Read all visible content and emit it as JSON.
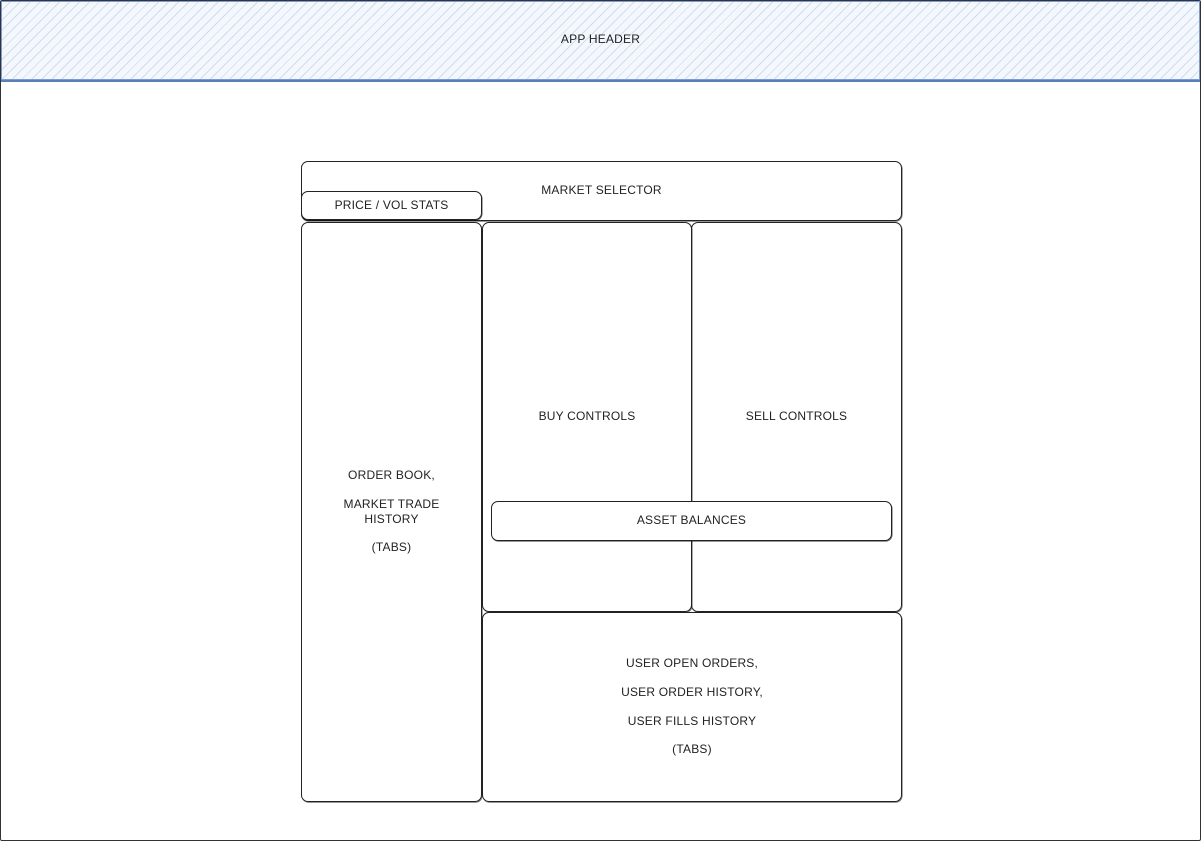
{
  "header": {
    "title": "APP HEADER"
  },
  "panels": {
    "market_selector": "MARKET SELECTOR",
    "price_vol_stats": "PRICE / VOL STATS",
    "order_book": {
      "line1": "ORDER BOOK,",
      "line2": "MARKET TRADE",
      "line3": "HISTORY",
      "line4": "(TABS)"
    },
    "buy_controls": "BUY CONTROLS",
    "sell_controls": "SELL CONTROLS",
    "asset_balances": "ASSET BALANCES",
    "user_orders": {
      "line1": "USER OPEN ORDERS,",
      "line2": "USER ORDER HISTORY,",
      "line3": "USER FILLS HISTORY",
      "line4": "(TABS)"
    }
  },
  "colors": {
    "header_border": "#5b7fb8",
    "header_hatch": "#8caad7",
    "stroke": "#222222"
  }
}
